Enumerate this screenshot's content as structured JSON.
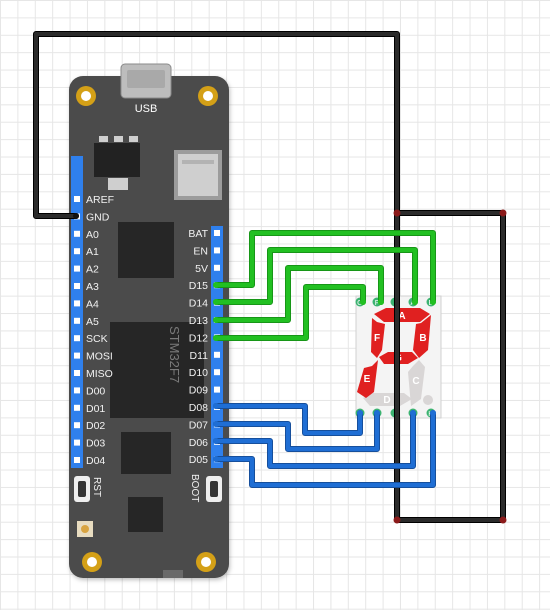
{
  "board": {
    "usb_label": "USB",
    "chip_label": "STM32F7",
    "rst_label": "RST",
    "boot_label": "BOOT",
    "left_pins": [
      "AREF",
      "GND",
      "A0",
      "A1",
      "A2",
      "A3",
      "A4",
      "A5",
      "SCK",
      "MOSI",
      "MISO",
      "D00",
      "D01",
      "D02",
      "D03",
      "D04"
    ],
    "right_pins": [
      "BAT",
      "EN",
      "5V",
      "D15",
      "D14",
      "D13",
      "D12",
      "D11",
      "D10",
      "D09",
      "D08",
      "D07",
      "D06",
      "D05"
    ]
  },
  "display": {
    "top_pins": [
      "G",
      "F",
      "",
      "A",
      "B"
    ],
    "bottom_pins": [
      "E",
      "D",
      "",
      "C",
      "H"
    ],
    "segments": [
      "A",
      "B",
      "C",
      "D",
      "E",
      "F",
      "G"
    ],
    "lit_segments": [
      "A",
      "B",
      "E",
      "F",
      "G"
    ]
  },
  "wiring": [
    {
      "from": "GND",
      "to": "COM",
      "color": "#000000"
    },
    {
      "from": "D15",
      "to": "B",
      "color": "#22c022"
    },
    {
      "from": "D14",
      "to": "A",
      "color": "#22c022"
    },
    {
      "from": "D13",
      "to": "F",
      "color": "#22c022"
    },
    {
      "from": "D12",
      "to": "G",
      "color": "#22c022"
    },
    {
      "from": "D08",
      "to": "E",
      "color": "#1f6ed4"
    },
    {
      "from": "D07",
      "to": "D",
      "color": "#1f6ed4"
    },
    {
      "from": "D06",
      "to": "C",
      "color": "#1f6ed4"
    },
    {
      "from": "D05",
      "to": "H",
      "color": "#1f6ed4"
    }
  ],
  "colors": {
    "board": "#4a4a4a",
    "header": "#2f80ed",
    "segment_on": "#e02020",
    "segment_off": "#d9d6d6",
    "wire_green": "#22c022",
    "wire_blue": "#1f6ed4",
    "wire_black": "#111111"
  }
}
